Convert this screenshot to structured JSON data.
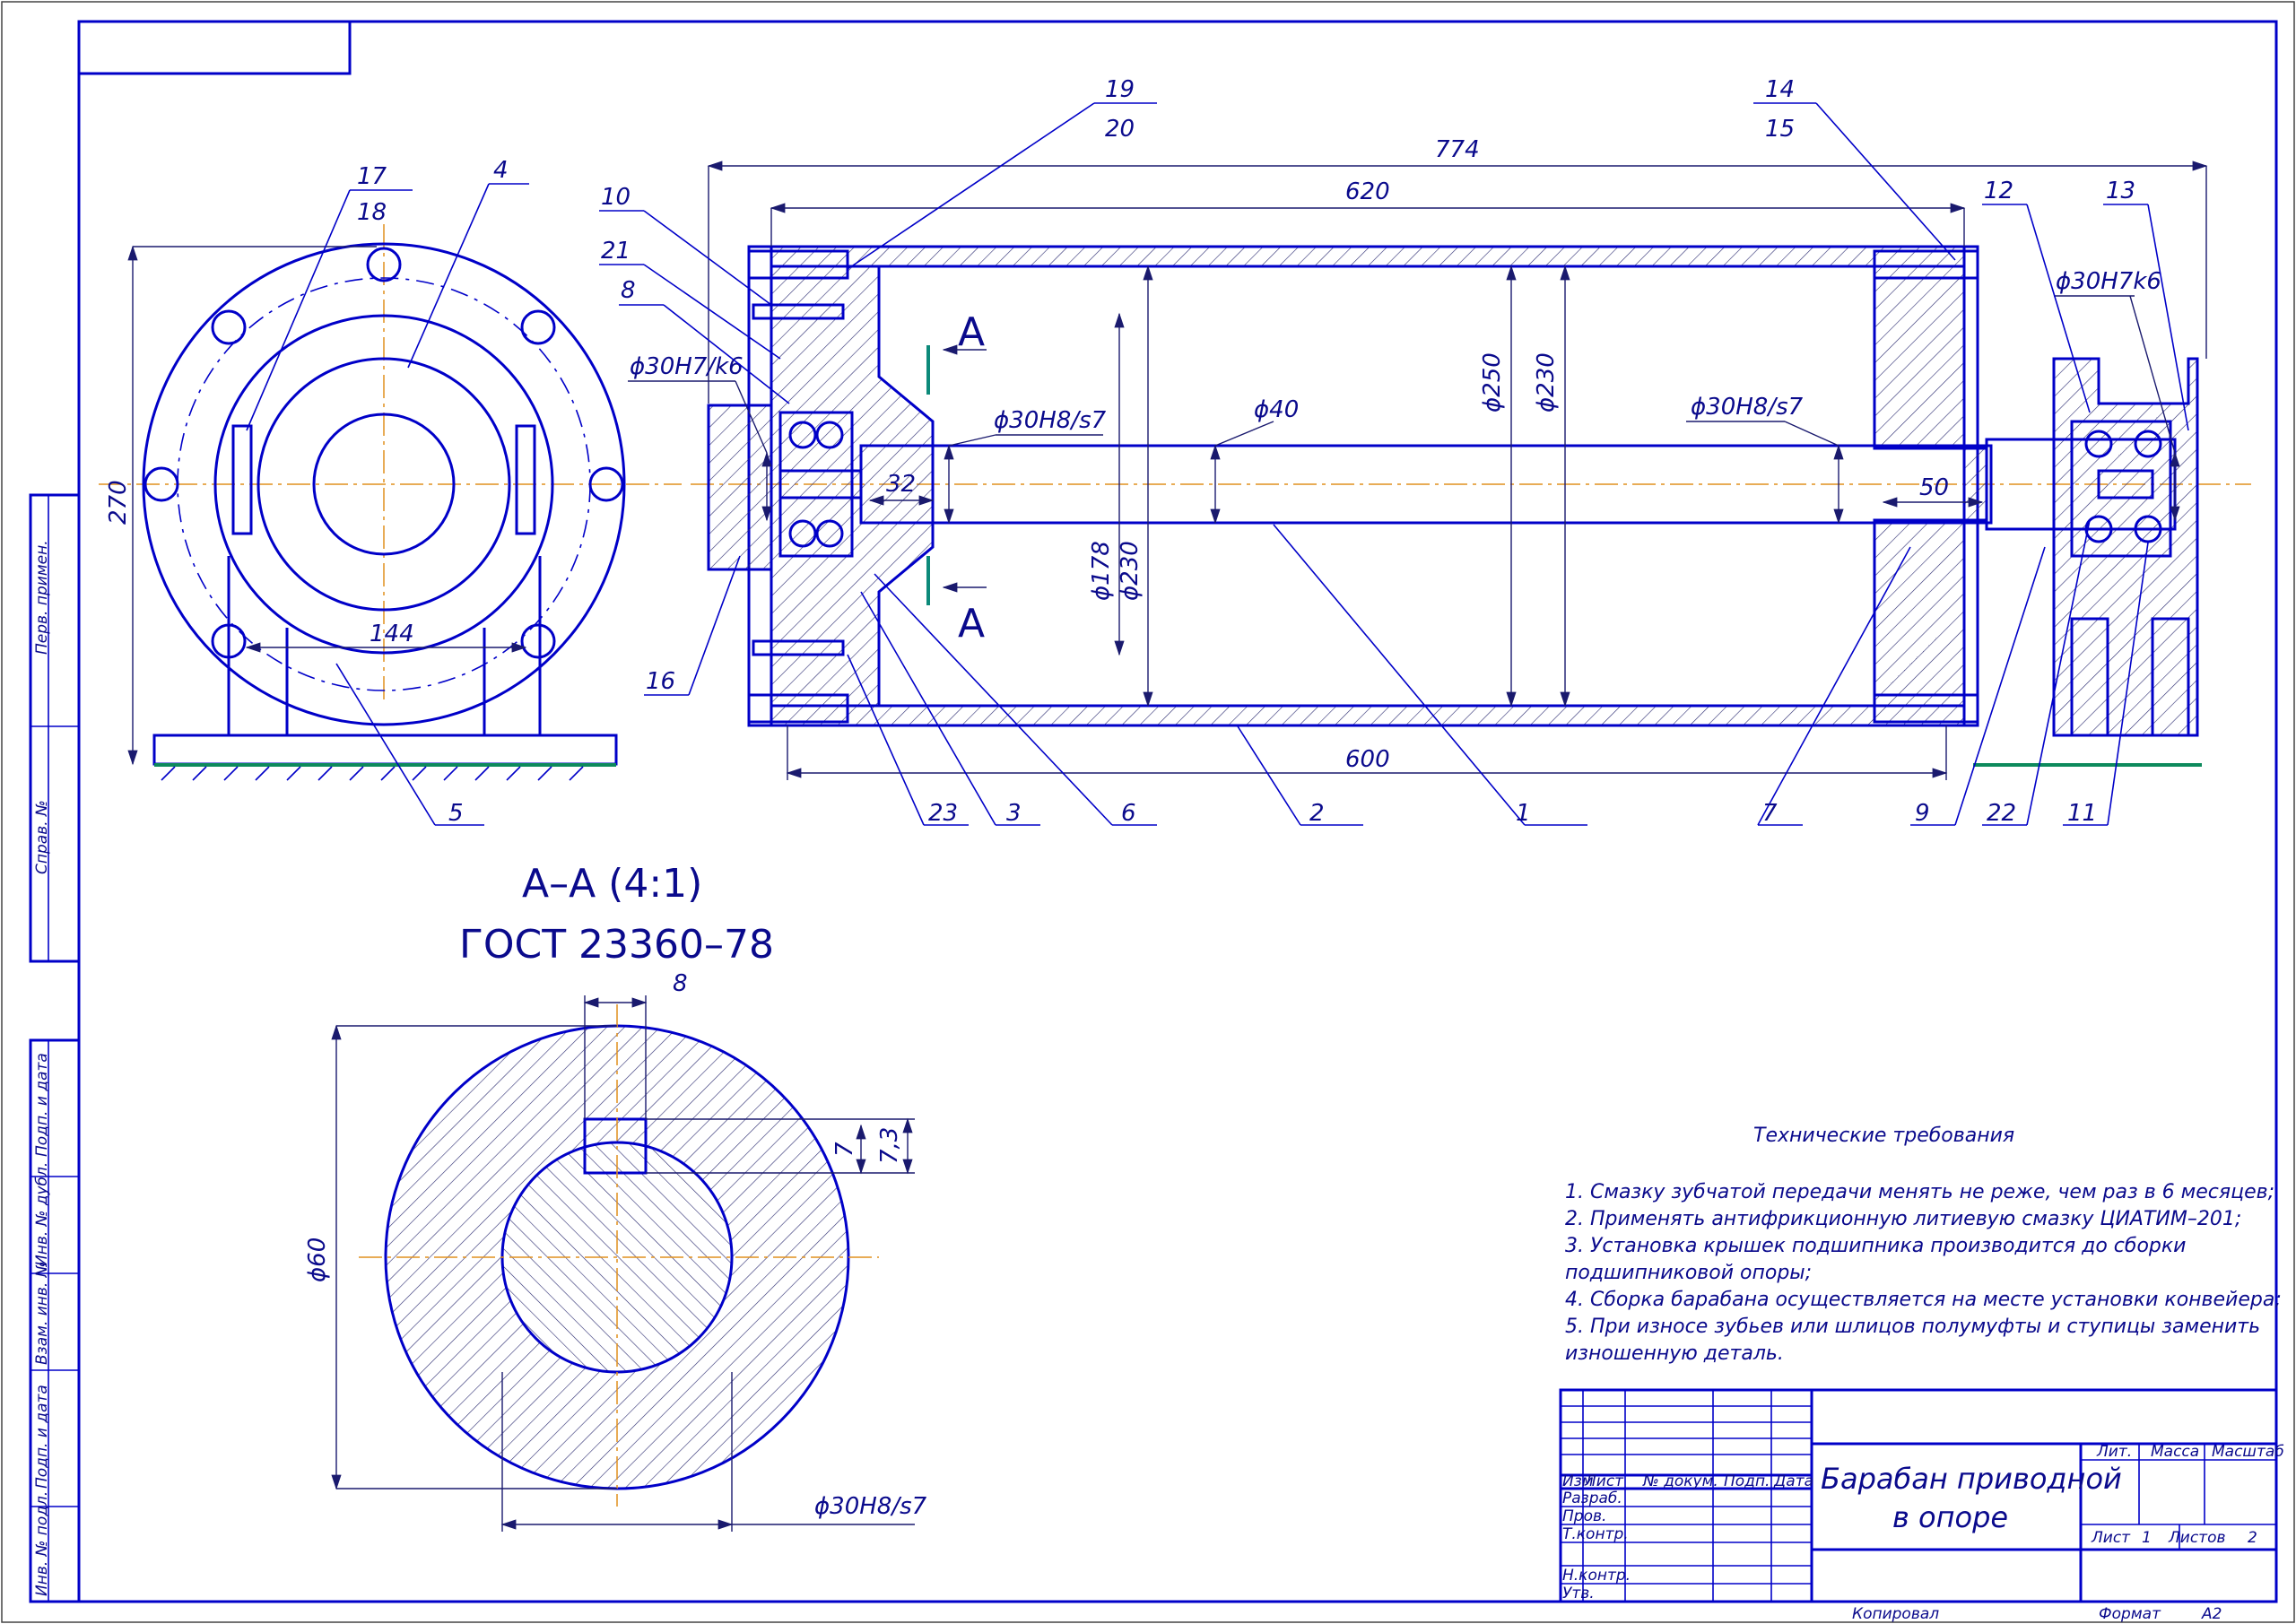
{
  "section_title": "А–А (4:1)",
  "section_standard": "ГОСТ 23360–78",
  "section_marker": "А",
  "dims": {
    "d774": "774",
    "d620": "620",
    "d600": "600",
    "d270": "270",
    "d144": "144",
    "d32": "32",
    "d50": "50",
    "d8": "8",
    "d7": "7",
    "d73": "7,3",
    "phi40": "ϕ40",
    "phi250": "ϕ250",
    "phi230a": "ϕ230",
    "phi178": "ϕ178",
    "phi230b": "ϕ230",
    "fit_h7k6": "ϕ30Н7/k6",
    "fit_h8s7_a": "ϕ30Н8/s7",
    "fit_h8s7_b": "ϕ30Н8/s7",
    "fit_h7k6_b": "ϕ30Н7k6",
    "phi60": "ϕ60",
    "fit_h8s7_c": "ϕ30Н8/s7"
  },
  "leaders": [
    "1",
    "2",
    "3",
    "4",
    "5",
    "6",
    "7",
    "8",
    "9",
    "10",
    "11",
    "12",
    "13",
    "16",
    "17",
    "21",
    "22",
    "23"
  ],
  "leaders_fraction": [
    {
      "top": "19",
      "bottom": "20"
    },
    {
      "top": "14",
      "bottom": "15"
    },
    {
      "top": "17",
      "bottom": "18"
    }
  ],
  "requirements": {
    "heading": "Технические требования",
    "items": [
      "1. Смазку зубчатой передачи менять не реже, чем раз в 6 месяцев;",
      "2. Применять антифрикционную литиевую смазку ЦИАТИМ–201;",
      "3. Установка крышек подшипника производится до сборки",
      "подшипниковой опоры;",
      "4. Сборка барабана осуществляется на месте установки конвейера;",
      "5. При износе зубьев или шлицов полумуфты и ступицы заменить",
      "изношенную деталь."
    ]
  },
  "title_block": {
    "name_line1": "Барабан приводной",
    "name_line2": "в опоре",
    "col_izm": "Изм",
    "col_list": "Лист",
    "col_doc": "№ докум.",
    "col_sign": "Подп.",
    "col_date": "Дата",
    "razrab": "Разраб.",
    "prov": "Пров.",
    "tkontr": "Т.контр.",
    "nkontr": "Н.контр.",
    "utv": "Утв.",
    "lit": "Лит.",
    "massa": "Масса",
    "masshtab": "Масштаб",
    "list_label": "Лист",
    "list_value": "1",
    "listov_label": "Листов",
    "listov_value": "2",
    "kopiroval": "Копировал",
    "format_label": "Формат",
    "format_value": "А2"
  },
  "side_stamps": [
    "Перв. примен.",
    "Справ. №",
    "Подп. и дата",
    "Инв. № дубл.",
    "Взам. инв. №",
    "Подп. и дата",
    "Инв. № подл."
  ]
}
